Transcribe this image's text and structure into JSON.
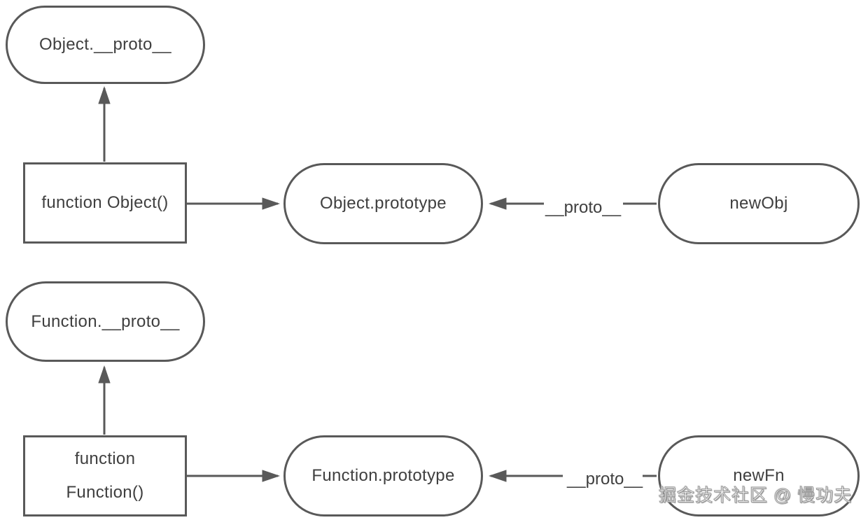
{
  "diagram": {
    "background": "#ffffff",
    "stroke_color": "#595959",
    "text_color": "#3f3f3f",
    "watermark": "掘金技术社区 @ 慢功夫",
    "groups": [
      {
        "proto_label": "Object.__proto__",
        "constructor_label": "function Object()",
        "prototype_label": "Object.prototype",
        "instance_label": "newObj",
        "edge_label": "__proto__"
      },
      {
        "proto_label": "Function.__proto__",
        "constructor_line1": "function",
        "constructor_line2": "Function()",
        "prototype_label": "Function.prototype",
        "instance_label": "newFn",
        "edge_label": "__proto__"
      }
    ]
  }
}
